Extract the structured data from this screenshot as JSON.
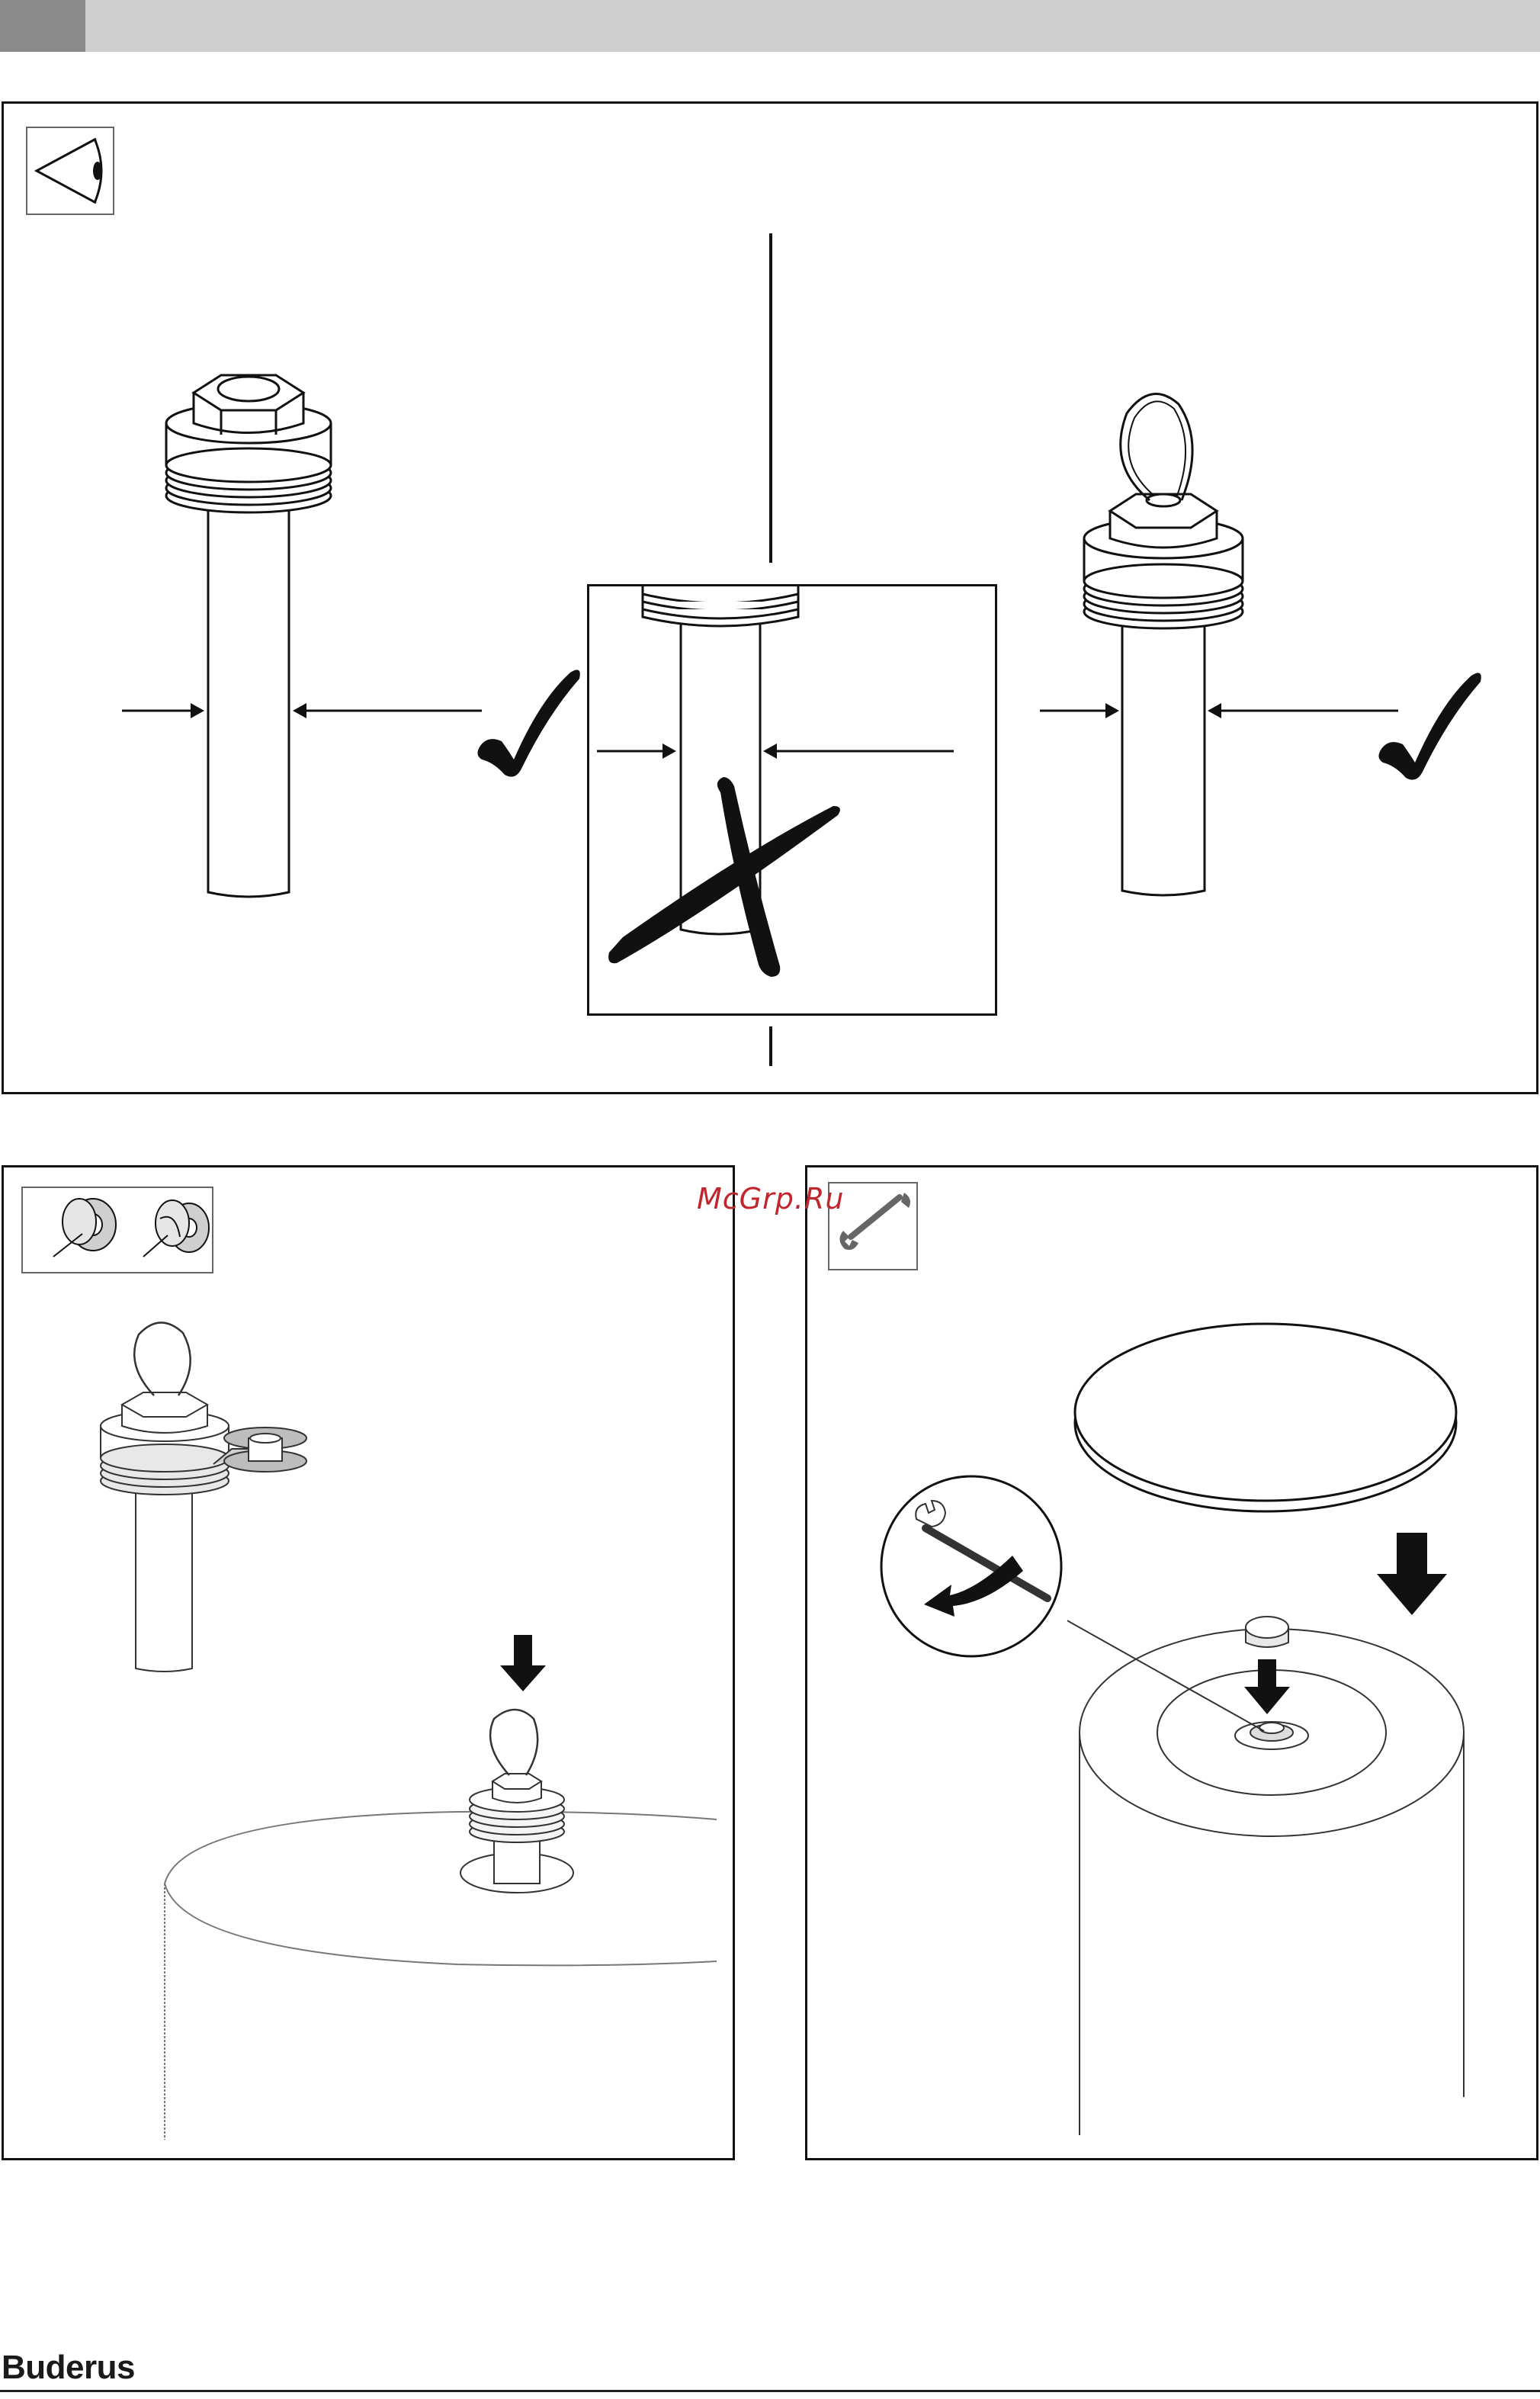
{
  "header": {
    "tab_color": "#8a8a8a",
    "bar_color": "#cfcfcf"
  },
  "watermark": {
    "text": "McGrp.Ru",
    "color": "#c0262d"
  },
  "footer": {
    "brand": "Buderus"
  },
  "icons": {
    "top_panel": "eye-inspection-icon",
    "bottom_left_panel": "sealing-tape-icon",
    "bottom_right_panel": "wrench-icon"
  },
  "inspection": {
    "left": "correct",
    "middle": "incorrect",
    "right": "correct"
  }
}
